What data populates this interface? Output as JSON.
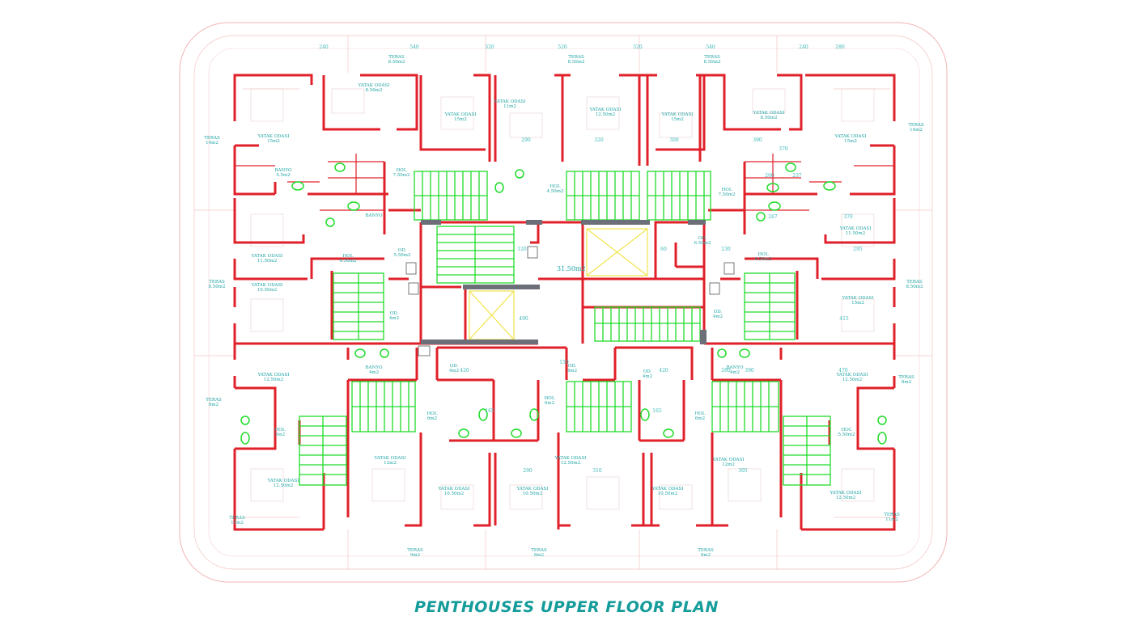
{
  "title": "PENTHOUSES UPPER FLOOR PLAN",
  "colors": {
    "title": "#149c9a",
    "wall": "#e0202a",
    "stair": "#1fdc2a",
    "label": "#1fa3a3",
    "outline": "#f2b3b3",
    "elevator": "#f1e34a"
  },
  "central_area": "31.50m2",
  "rooms": [
    {
      "name": "TERAS",
      "area": "8.50m2"
    },
    {
      "name": "TERAS",
      "area": "8.50m2"
    },
    {
      "name": "TERAS",
      "area": "8.50m2"
    },
    {
      "name": "TERAS",
      "area": "14m2"
    },
    {
      "name": "TERAS",
      "area": "14m2"
    },
    {
      "name": "YATAK ODASI",
      "area": "8.50m2"
    },
    {
      "name": "YATAK ODASI",
      "area": "11m2"
    },
    {
      "name": "YATAK ODASI",
      "area": "15m2"
    },
    {
      "name": "YATAK ODASI",
      "area": "12.50m2"
    },
    {
      "name": "YATAK ODASI",
      "area": "15m2"
    },
    {
      "name": "YATAK ODASI",
      "area": "8.50m2"
    },
    {
      "name": "YATAK ODASI",
      "area": "15m2"
    },
    {
      "name": "YATAK ODASI",
      "area": "15m2"
    },
    {
      "name": "HOL",
      "area": "7.50m2"
    },
    {
      "name": "HOL",
      "area": "4.50m2"
    },
    {
      "name": "HOL",
      "area": "7.50m2"
    },
    {
      "name": "BANYO",
      "area": "5.5m2"
    },
    {
      "name": "BANYO",
      "area": ""
    },
    {
      "name": "YATAK ODASI",
      "area": "11.50m2"
    },
    {
      "name": "YATAK ODASI",
      "area": "11.50m2"
    },
    {
      "name": "TERAS",
      "area": "8.50m2"
    },
    {
      "name": "TERAS",
      "area": "8.50m2"
    },
    {
      "name": "YATAK ODASI",
      "area": "10.50m2"
    },
    {
      "name": "YATAK ODASI",
      "area": "15m2"
    },
    {
      "name": "HOL",
      "area": "6.50m2"
    },
    {
      "name": "HOL",
      "area": "6.50m2"
    },
    {
      "name": "OD.",
      "area": "5.50m2"
    },
    {
      "name": "OD.",
      "area": "6.50m2"
    },
    {
      "name": "OD.",
      "area": "4m2"
    },
    {
      "name": "OD.",
      "area": "4m2"
    },
    {
      "name": "YATAK ODASI",
      "area": "12.50m2"
    },
    {
      "name": "YATAK ODASI",
      "area": "12.50m2"
    },
    {
      "name": "BANYO",
      "area": "4m2"
    },
    {
      "name": "BANYO",
      "area": "4m2"
    },
    {
      "name": "OD.",
      "area": "4m2"
    },
    {
      "name": "OD.",
      "area": "4m2"
    },
    {
      "name": "OD.",
      "area": "4m2"
    },
    {
      "name": "TERAS",
      "area": "8m2"
    },
    {
      "name": "TERAS",
      "area": "8m2"
    },
    {
      "name": "HOL",
      "area": "5m2"
    },
    {
      "name": "HOL",
      "area": "5.50m2"
    },
    {
      "name": "HOL",
      "area": "6m2"
    },
    {
      "name": "HOL",
      "area": "6m2"
    },
    {
      "name": "HOL",
      "area": "6m2"
    },
    {
      "name": "YATAK ODASI",
      "area": "12m2"
    },
    {
      "name": "YATAK ODASI",
      "area": "12.50m2"
    },
    {
      "name": "YATAK ODASI",
      "area": "12m2"
    },
    {
      "name": "YATAK ODASI",
      "area": "12.50m2"
    },
    {
      "name": "YATAK ODASI",
      "area": "10.50m2"
    },
    {
      "name": "YATAK ODASI",
      "area": "10.50m2"
    },
    {
      "name": "YATAK ODASI",
      "area": "10.50m2"
    },
    {
      "name": "YATAK ODASI",
      "area": "12.50m2"
    },
    {
      "name": "TERAS",
      "area": "11m2"
    },
    {
      "name": "TERAS",
      "area": "11m2"
    },
    {
      "name": "TERAS",
      "area": "9m2"
    },
    {
      "name": "TERAS",
      "area": "8m2"
    },
    {
      "name": "TERAS",
      "area": "8m2"
    }
  ],
  "dimensions": [
    "240",
    "540",
    "320",
    "520",
    "320",
    "540",
    "240",
    "280",
    "370",
    "290",
    "320",
    "300",
    "390",
    "370",
    "295",
    "415",
    "470",
    "390",
    "310",
    "290",
    "305",
    "490",
    "420",
    "420",
    "165",
    "165",
    "280",
    "260",
    "267",
    "237",
    "120",
    "60",
    "150",
    "230"
  ]
}
